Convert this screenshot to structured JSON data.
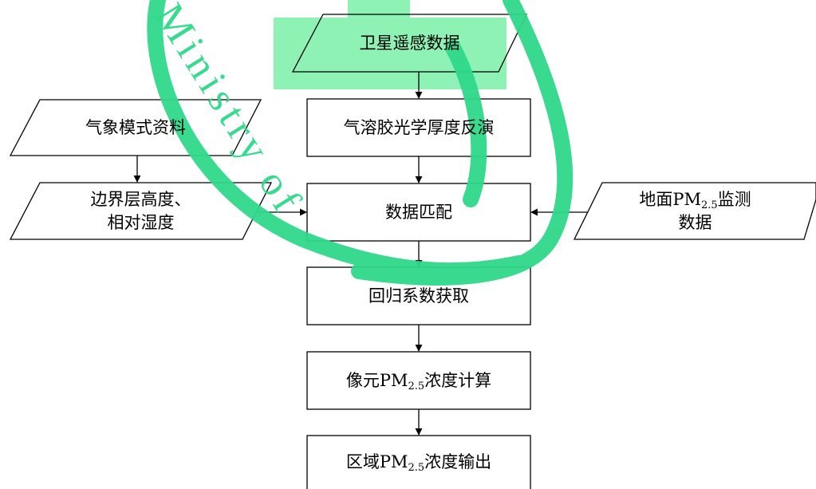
{
  "watermark": {
    "text": "Ministry of",
    "color": "#2fd98a"
  },
  "colors": {
    "highlight": "#8ef2b4",
    "ink": "#000000"
  },
  "nodes": {
    "satellite": {
      "text": "卫星遥感数据"
    },
    "aod": {
      "text": "气溶胶光学厚度反演"
    },
    "meteo": {
      "text": "气象模式资料"
    },
    "pbl": {
      "line1": "边界层高度、",
      "line2": "相对湿度"
    },
    "match": {
      "text": "数据匹配"
    },
    "ground": {
      "pre": "地面PM",
      "sub": "2.5",
      "post": "监测",
      "line2": "数据"
    },
    "regression": {
      "text": "回归系数获取"
    },
    "pixel": {
      "pre": "像元PM",
      "sub": "2.5",
      "post": "浓度计算"
    },
    "output": {
      "pre": "区域PM",
      "sub": "2.5",
      "post": "浓度输出"
    }
  }
}
